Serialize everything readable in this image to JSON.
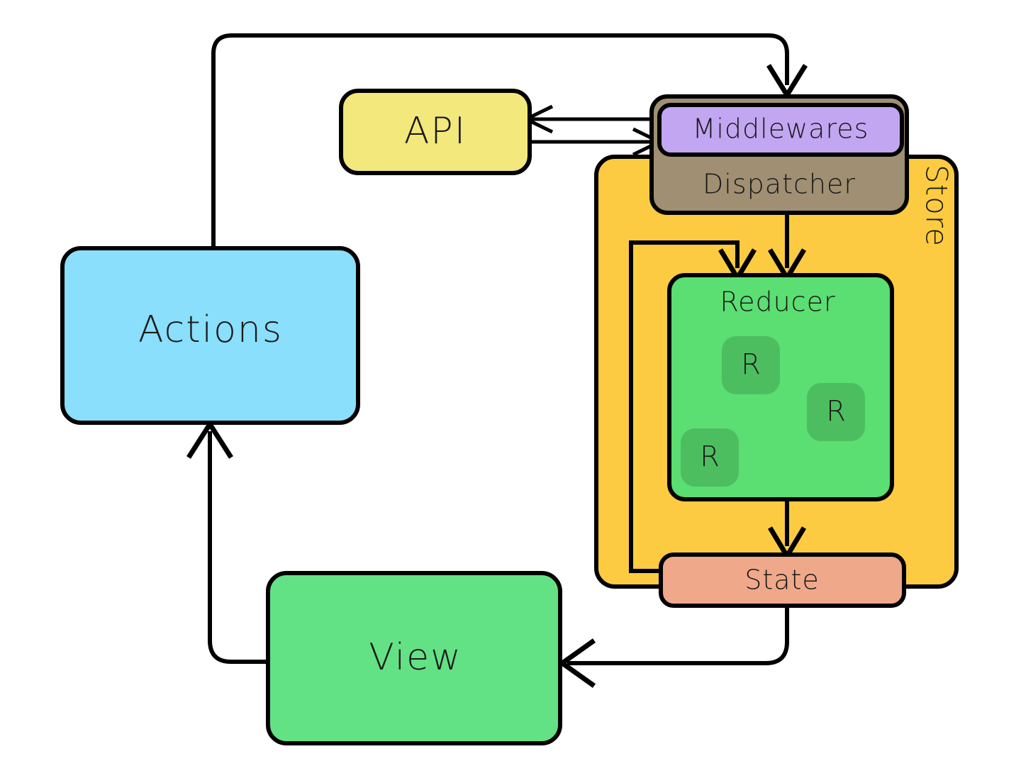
{
  "diagram": {
    "title": "Redux data flow diagram",
    "background": "#ffffff"
  },
  "nodes": {
    "api": {
      "label": "API",
      "color": "#F2E87C",
      "border": "#000000"
    },
    "actions": {
      "label": "Actions",
      "color": "#89DFFC",
      "border": "#000000"
    },
    "view": {
      "label": "View",
      "color": "#63E285",
      "border": "#000000"
    },
    "store": {
      "label": "Store",
      "color": "#FCCB41",
      "border": "#000000",
      "orientation": "vertical"
    },
    "dispatcher": {
      "label": "Dispatcher",
      "color": "#A08F72",
      "border": "#000000"
    },
    "middlewares": {
      "label": "Middlewares",
      "color": "#C3A6F2",
      "border": "#000000"
    },
    "reducer": {
      "label": "Reducer",
      "color": "#5BDE72",
      "border": "#000000"
    },
    "state": {
      "label": "State",
      "color": "#EFA98A",
      "border": "#000000"
    },
    "reducer_chips": [
      {
        "label": "R",
        "color": "#4DBE5F"
      },
      {
        "label": "R",
        "color": "#4DBE5F"
      },
      {
        "label": "R",
        "color": "#4DBE5F"
      }
    ]
  },
  "edges": [
    {
      "name": "actions-to-dispatcher",
      "from": "actions",
      "to": "dispatcher",
      "style": "orthogonal-rounded",
      "arrow": "open"
    },
    {
      "name": "middlewares-to-api",
      "from": "middlewares",
      "to": "api",
      "style": "straight",
      "arrow": "open"
    },
    {
      "name": "api-to-middlewares",
      "from": "api",
      "to": "middlewares",
      "style": "straight",
      "arrow": "open"
    },
    {
      "name": "dispatcher-to-reducer",
      "from": "dispatcher",
      "to": "reducer",
      "style": "straight",
      "arrow": "open"
    },
    {
      "name": "state-to-reducer",
      "from": "state",
      "to": "reducer",
      "style": "orthogonal",
      "arrow": "open"
    },
    {
      "name": "reducer-to-state",
      "from": "reducer",
      "to": "state",
      "style": "straight",
      "arrow": "open"
    },
    {
      "name": "state-to-view",
      "from": "state",
      "to": "view",
      "style": "orthogonal-rounded",
      "arrow": "open"
    },
    {
      "name": "view-to-actions",
      "from": "view",
      "to": "actions",
      "style": "orthogonal-rounded",
      "arrow": "open"
    }
  ]
}
